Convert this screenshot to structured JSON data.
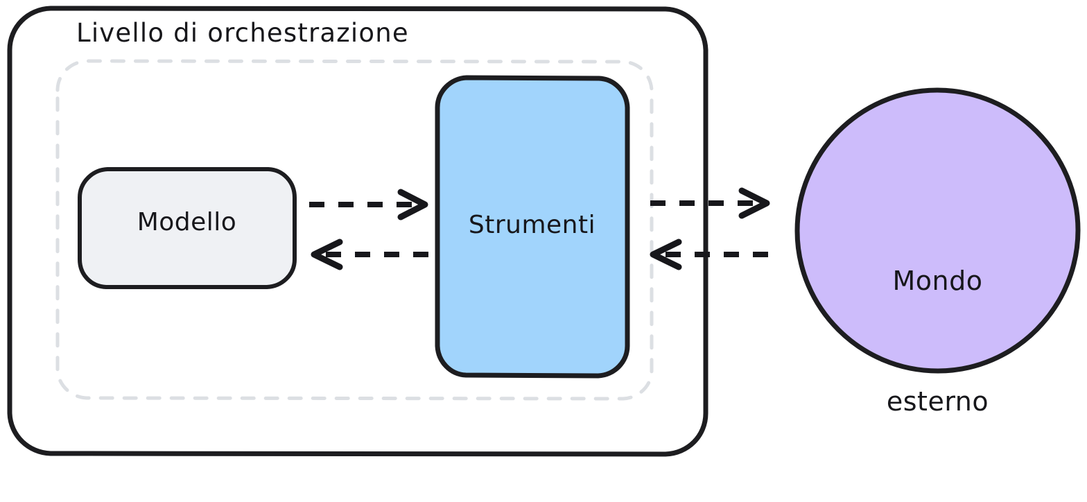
{
  "diagram": {
    "type": "architecture-diagram",
    "language": "it",
    "background_color": "#ffffff",
    "stroke_color": "#17171b",
    "outer_container": {
      "title": "Livello di orchestrazione",
      "shape": "rounded-rectangle",
      "fill": "#ffffff",
      "border_color": "#17171b",
      "border_style": "solid"
    },
    "inner_container": {
      "shape": "rounded-rectangle",
      "fill": "transparent",
      "border_color": "#dcdfe3",
      "border_style": "dashed"
    },
    "nodes": [
      {
        "id": "modello",
        "label": "Modello",
        "shape": "rounded-rectangle",
        "fill": "#eff1f4",
        "border_color": "#17171b"
      },
      {
        "id": "strumenti",
        "label": "Strumenti",
        "shape": "rounded-rectangle",
        "fill": "#a1d4fc",
        "border_color": "#17171b"
      },
      {
        "id": "mondo-esterno",
        "label": "Mondo\nesterno",
        "label_line_1": "Mondo",
        "label_line_2": "esterno",
        "shape": "circle",
        "fill": "#cdbcfb",
        "border_color": "#17171b"
      }
    ],
    "edges": [
      {
        "id": "modello-to-strumenti",
        "from": "modello",
        "to": "strumenti",
        "style": "dashed",
        "arrowhead": "chevron",
        "direction": "right",
        "label": ""
      },
      {
        "id": "strumenti-to-modello",
        "from": "strumenti",
        "to": "modello",
        "style": "dashed",
        "arrowhead": "chevron",
        "direction": "left",
        "label": ""
      },
      {
        "id": "strumenti-to-mondo",
        "from": "strumenti",
        "to": "mondo-esterno",
        "style": "dashed",
        "arrowhead": "chevron",
        "direction": "right",
        "label": ""
      },
      {
        "id": "mondo-to-strumenti",
        "from": "mondo-esterno",
        "to": "strumenti",
        "style": "dashed",
        "arrowhead": "chevron",
        "direction": "left",
        "label": ""
      }
    ]
  }
}
